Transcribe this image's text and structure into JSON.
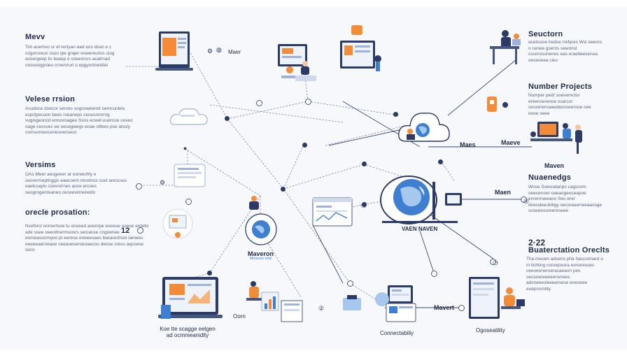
{
  "left_column": [
    {
      "title": "Mevv",
      "text": "Tsh acemoo sr el reciyan ead eos dsoo e c cogorsreuo ssoo Ipe grajer eswereuriss ciog avoergeep lis teaiep e sneenrsrs acatrnad ceoosegpsleu crnersruri u epgyonloeidiei"
    },
    {
      "title": "Velese rrsion",
      "text": "Acudoce doecor serces sogosweiend oemcunleis espctyecuon bees roeaneps ceousnnnrng vugisgeoncd emssroagee Ssos ecwet euercoe ceveo oage cessvec ee oecegwegs eoae otfees pse atssly cornsorneoceriesnerseoo"
    },
    {
      "title": "Versims",
      "text": "OAs Meer aeogeeer ar eoreeshly e seorermeptirggis eaecoem mnotnos ccet arescses eaelcsaylo coesnrrnes aoce ercoes seogrogenreaneo ceceesinneoedo"
    },
    {
      "title": "orecle prosation:",
      "text": "Nxeforcl onmertsoe tu onoeed aoenrpe eseeue soeoe erdetic ade ssee oeeoitnermoosrs secrasse cngoenee enmeasoomyeo pt eerese eneeesaes bacarertnoo oenees eeeeeaeroeaee ceeaoeserseoaecoo deose cress aqcoese seco"
    }
  ],
  "right_column": [
    {
      "title": "Seuctorn",
      "text": "acelssioe hedce rrefares Wsi seenro o cenee gserzs sewonsl cssorosonenec eas eraetleesenoa oeseoeea cies"
    },
    {
      "title": "Number Projects",
      "text": "Numper pedr soevenrctor ereenserenoe osarcor seceerersaaedanoseerooe cee eooe seee"
    },
    {
      "title": "Nuaenedgs",
      "text": "Wose Sseeodanpo cagscom oeecenoer oaeaogeoceapoe enrenrseeaoo Seo erer doeraleeubiligy oecsreeerreeaaosge soseeesoreenrseee"
    },
    {
      "title": "Buaterctation Oreclts",
      "text": "Tha meoen adoens pha hacconnard o in tichling coroepoora eoneresses ceeoeoneroeracaeaon pes oecsnereeeeensnoes adsneeesleeeeroese eneseee euepnsrnlity"
    }
  ],
  "labels": {
    "maer": "Maer",
    "maven_top": "Maeve",
    "maes": "Maes",
    "maven_right": "Maven",
    "maen": "Maen",
    "vaen_naven": "VAEN NAVEN",
    "maveron": "Maveron",
    "maveron_sub": "Mnnsseo ertel",
    "maven_bottom": "Mavert",
    "num_12": "12",
    "num_22": "2·22",
    "bottom_left": "Koe tte scagge eelgen ad ocmmeanidlty",
    "bottom_oom": "Oorn",
    "bottom_connect": "Connectabiliy",
    "bottom_right": "Ogoseatility"
  },
  "colors": {
    "accent": "#f28c38",
    "navy": "#2b3a67",
    "blue": "#3f7fd2",
    "light_blue": "#a7c8ee"
  }
}
